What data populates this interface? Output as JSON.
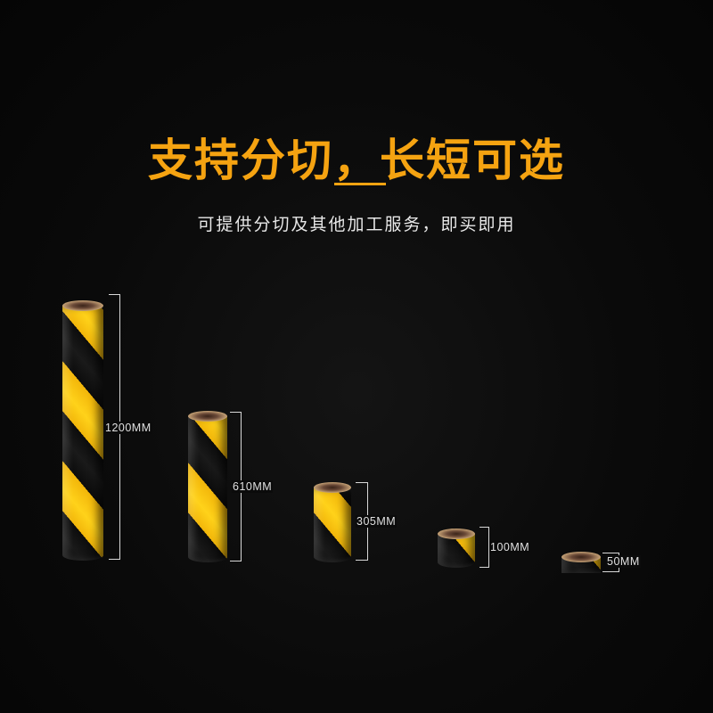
{
  "header": {
    "title": "支持分切，长短可选",
    "subtitle": "可提供分切及其他加工服务，即买即用"
  },
  "rolls": [
    {
      "label": "1200MM"
    },
    {
      "label": "610MM"
    },
    {
      "label": "305MM"
    },
    {
      "label": "100MM"
    },
    {
      "label": "50MM"
    }
  ],
  "colors": {
    "accent": "#f5a311",
    "stripe_yellow": "#ffd21a",
    "stripe_black": "#0c0c0c",
    "background": "#0a0a0a"
  }
}
